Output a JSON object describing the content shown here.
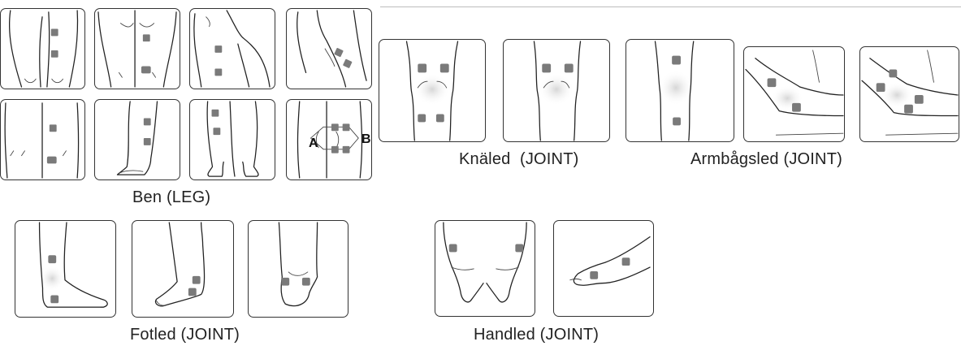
{
  "groups": {
    "leg": {
      "caption": "Ben (LEG)"
    },
    "knee": {
      "caption": "Knäled  (JOINT)"
    },
    "elbow": {
      "caption": "Armbågsled (JOINT)"
    },
    "ankle": {
      "caption": "Fotled (JOINT)"
    },
    "wrist": {
      "caption": "Handled (JOINT)"
    }
  },
  "point_labels": {
    "a": "A",
    "b": "B"
  },
  "colors": {
    "pad": "#7a7a7a",
    "outline": "#222222",
    "glow": "#dcdcdc"
  }
}
